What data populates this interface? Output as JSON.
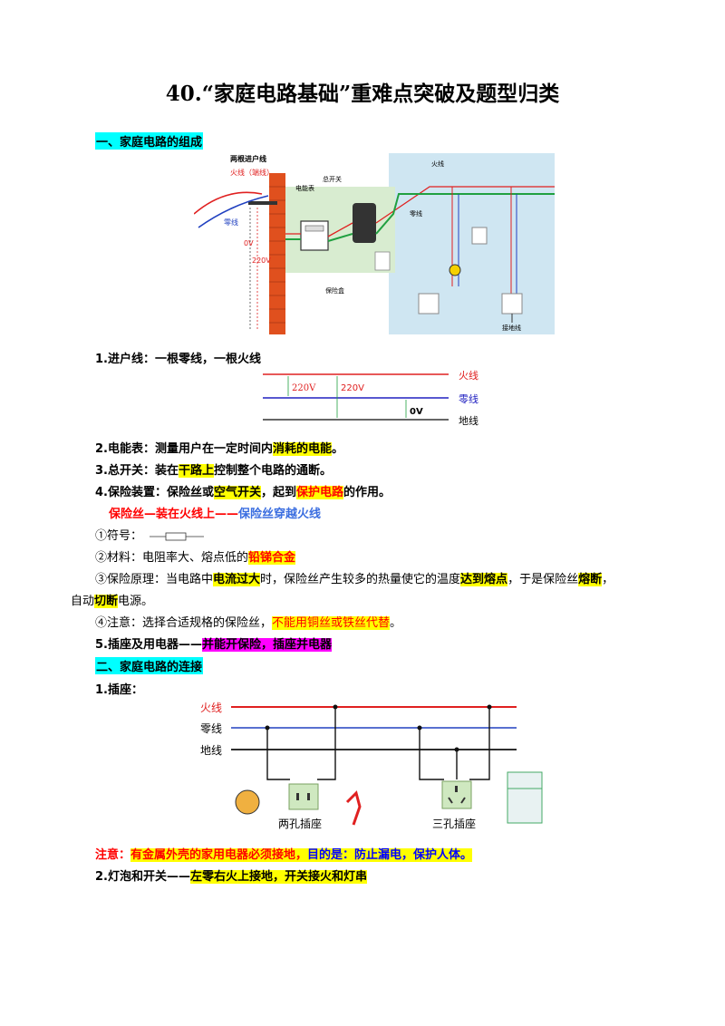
{
  "title": "40.“家庭电路基础”重难点突破及题型归类",
  "section1": "一、家庭电路的组成",
  "fig1": {
    "entry": "两根进户线",
    "fire_label": "火线（端线）",
    "neutral": "零线",
    "v0": "0V",
    "v220": "220V",
    "meter": "电能表",
    "main_switch": "总开关",
    "fuse_box": "保险盒",
    "fire": "火线",
    "zero": "零线",
    "ground": "接地线"
  },
  "item1": "1.进户线：一根零线，一根火线",
  "fig2": {
    "v1": "220V",
    "v2": "220V",
    "v3": "0V",
    "fire": "火线",
    "zero": "零线",
    "ground": "地线"
  },
  "item2": {
    "a": "2.电能表：测量用户在一定时间内",
    "b": "消耗的电能",
    "c": "。"
  },
  "item3": {
    "a": "3.总开关：装在",
    "b": "干路上",
    "c": "控制整个电路的通断。"
  },
  "item4": {
    "a": "4.保险装置：保险丝或",
    "b": "空气开关",
    "c": "，起到",
    "d": "保护电路",
    "e": "的作用。"
  },
  "fuse_rule": {
    "a": "保险丝—",
    "b": "装在火线上——",
    "c": "保险丝穿越火线"
  },
  "p1": "①符号：",
  "p2": {
    "a": "②材料：电阻率大、熔点低的",
    "b": "铅锑合金"
  },
  "p3": {
    "a": "③保险原理：当电路中",
    "b": "电流过大",
    "c": "时，保险丝产生较多的热量使它的温度",
    "d": "达到熔点",
    "e": "，于是保险丝",
    "f": "熔断",
    "g": "，"
  },
  "p3b": {
    "a": "自动",
    "b": "切断",
    "c": "电源。"
  },
  "p4": {
    "a": "④注意：选择合适规格的保险丝，",
    "b": "不能用铜丝或铁丝代替",
    "c": "。"
  },
  "item5": {
    "a": "5.插座及用电器——",
    "b": "并能开保险，插座并电器"
  },
  "section2": "二、家庭电路的连接",
  "sub1": "1.插座：",
  "fig3": {
    "fire": "火线",
    "zero": "零线",
    "ground": "地线",
    "two_hole": "两孔插座",
    "three_hole": "三孔插座"
  },
  "note": {
    "a": "注意：",
    "b": "有金属外壳的家用电器必须接地，",
    "c": "目的是：防止漏电，保护人体。"
  },
  "sub2": {
    "a": "2.灯泡和开关——",
    "b": "左零右火上接地，开关接火和灯串"
  }
}
